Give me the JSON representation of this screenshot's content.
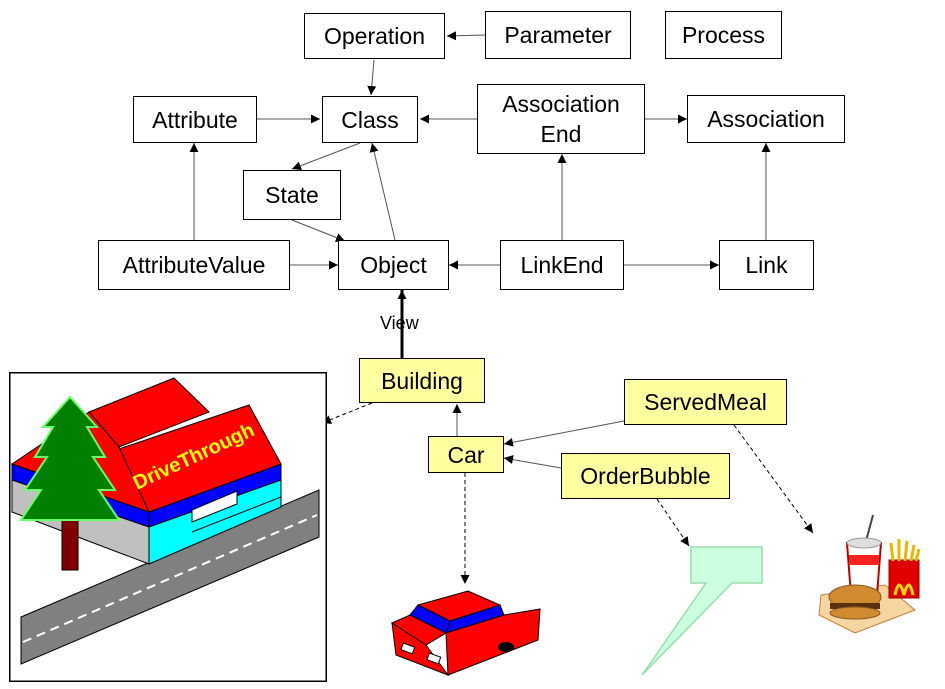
{
  "boxes": {
    "operation": "Operation",
    "parameter": "Parameter",
    "process": "Process",
    "attribute": "Attribute",
    "class": "Class",
    "association_end": "Association End",
    "association": "Association",
    "state": "State",
    "attribute_value": "AttributeValue",
    "object": "Object",
    "link_end": "LinkEnd",
    "link": "Link",
    "building": "Building",
    "car": "Car",
    "served_meal": "ServedMeal",
    "order_bubble": "OrderBubble"
  },
  "edge_labels": {
    "view": "View"
  },
  "illustrations": {
    "house_sign": "DriveThrough"
  },
  "colors": {
    "yellow_box": "#ffffa0",
    "roof_red": "#ff0000",
    "tree_green": "#008000",
    "wall_cyan": "#00ffff",
    "stripe_blue": "#0000ff",
    "road_gray": "#808080",
    "sign_text_yellow": "#ffff00"
  }
}
